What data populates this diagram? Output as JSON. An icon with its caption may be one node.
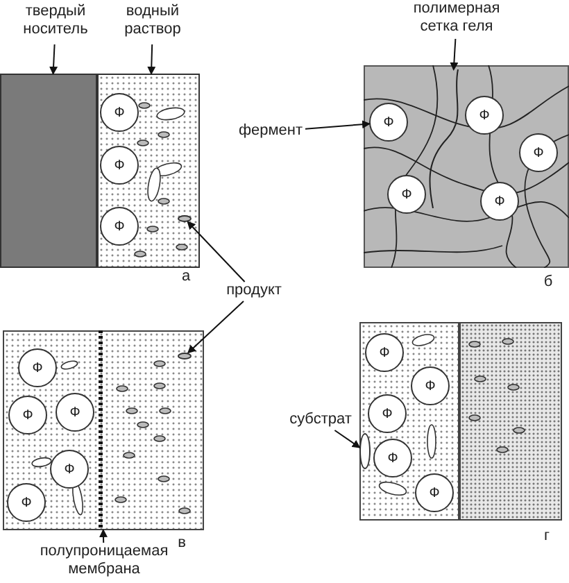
{
  "diagram": {
    "nodes": [
      {
        "text": [
          "твердый носитель"
        ]
      },
      {
        "text": [],
        "shape": "box"
      },
      {
        "text": [
          "водный раствор"
        ]
      },
      {
        "text": [],
        "shape": "box"
      },
      {
        "text": [
          "Ф"
        ],
        "in": 3
      },
      {
        "text": [
          "Ф"
        ],
        "in": 3
      },
      {
        "text": [
          "Ф"
        ],
        "in": 3
      },
      {
        "text": [],
        "shape": "ellipse",
        "in": 3
      },
      {
        "text": [
          "полимерная сетка геля"
        ]
      },
      {
        "text": [],
        "shape": "line"
      },
      {
        "text": [
          "фермент"
        ]
      },
      {
        "text": [
          "Ф"
        ]
      },
      {
        "text": [
          "Ф"
        ]
      },
      {
        "text": [
          "Ф"
        ]
      },
      {
        "text": [
          "Ф"
        ]
      },
      {
        "text": [
          "Ф"
        ]
      },
      {
        "text": [
          "продукт"
        ]
      },
      {
        "text": [
          "Ф"
        ]
      },
      {
        "text": [
          "Ф"
        ]
      },
      {
        "text": [
          "Ф"
        ]
      },
      {
        "text": [
          "Ф"
        ]
      },
      {
        "text": [
          "Ф"
        ]
      },
      {
        "text": [],
        "shape": "ellipse"
      },
      {
        "text": [
          "полупроницаемая мембрана"
        ]
      },
      {
        "text": [],
        "shape": "line"
      },
      {
        "text": [
          "субстрат"
        ]
      },
      {
        "text": [],
        "shape": "ellipse"
      },
      {
        "text": [
          "Ф"
        ]
      },
      {
        "text": [
          "Ф"
        ]
      },
      {
        "text": [
          "Ф"
        ]
      },
      {
        "text": [
          "Ф"
        ]
      },
      {
        "text": [
          "Ф"
        ]
      }
    ],
    "edges": [
      {
        "from": 0,
        "to": 1,
        "arrow": "to"
      },
      {
        "from": 2,
        "to": 3,
        "arrow": "to"
      },
      {
        "from": 8,
        "to": 9,
        "arrow": "to"
      },
      {
        "from": 10,
        "to": 11,
        "arrow": "to"
      },
      {
        "from": 16,
        "to": 7,
        "arrow": "to"
      },
      {
        "from": 16,
        "to": 22,
        "arrow": "to"
      },
      {
        "from": 23,
        "to": 24,
        "arrow": "to"
      },
      {
        "from": 25,
        "to": 26,
        "arrow": "to"
      }
    ],
    "labels": [
      "а",
      "б",
      "в",
      "г"
    ]
  }
}
